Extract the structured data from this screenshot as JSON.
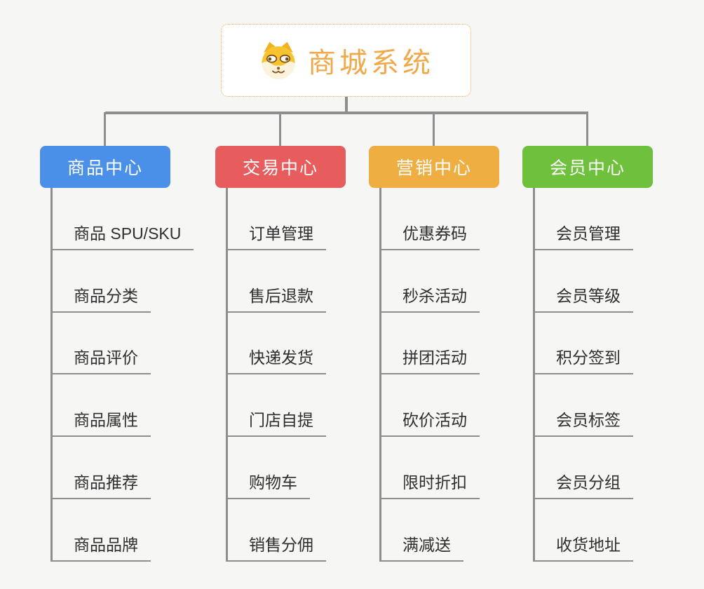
{
  "root": {
    "title": "商城系统",
    "icon": "shiba-dog-icon",
    "text_color": "#f0a848",
    "border_color": "#f0aa50"
  },
  "colors": {
    "connector": "#8e8e8e",
    "leaf_line": "#8e8e8e",
    "leaf_text": "#2e2e2e",
    "background": "#f6f6f4"
  },
  "branches": [
    {
      "label": "商品中心",
      "color": "#4a8fe8",
      "items": [
        "商品 SPU/SKU",
        "商品分类",
        "商品评价",
        "商品属性",
        "商品推荐",
        "商品品牌"
      ]
    },
    {
      "label": "交易中心",
      "color": "#e75c5c",
      "items": [
        "订单管理",
        "售后退款",
        "快递发货",
        "门店自提",
        "购物车",
        "销售分佣"
      ]
    },
    {
      "label": "营销中心",
      "color": "#eeae42",
      "items": [
        "优惠券码",
        "秒杀活动",
        "拼团活动",
        "砍价活动",
        "限时折扣",
        "满减送"
      ]
    },
    {
      "label": "会员中心",
      "color": "#6fc03c",
      "items": [
        "会员管理",
        "会员等级",
        "积分签到",
        "会员标签",
        "会员分组",
        "收货地址"
      ]
    }
  ]
}
